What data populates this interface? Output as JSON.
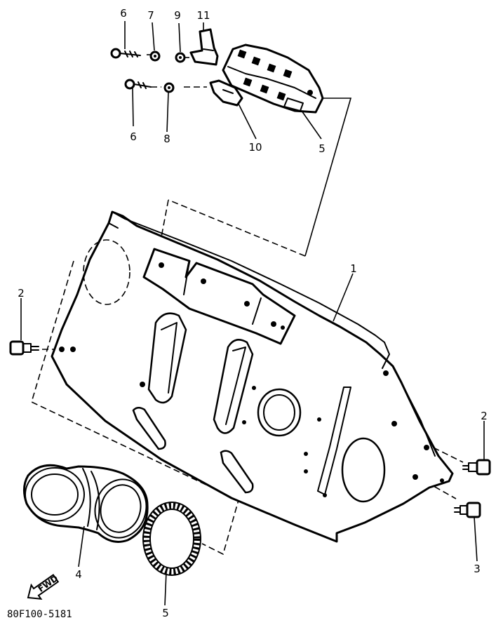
{
  "diagram": {
    "drawing_code": "80F100-5181",
    "direction_arrow": {
      "label": "FWD",
      "icon": "front-direction-arrow-icon"
    },
    "callouts": [
      {
        "id": "c1",
        "label": "1"
      },
      {
        "id": "c2a",
        "label": "2"
      },
      {
        "id": "c2b",
        "label": "2"
      },
      {
        "id": "c3",
        "label": "3"
      },
      {
        "id": "c4",
        "label": "4"
      },
      {
        "id": "c5a",
        "label": "5"
      },
      {
        "id": "c5b",
        "label": "5"
      },
      {
        "id": "c6a",
        "label": "6"
      },
      {
        "id": "c6b",
        "label": "6"
      },
      {
        "id": "c7",
        "label": "7"
      },
      {
        "id": "c8",
        "label": "8"
      },
      {
        "id": "c9",
        "label": "9"
      },
      {
        "id": "c10",
        "label": "10"
      },
      {
        "id": "c11",
        "label": "11"
      }
    ],
    "line_color": "#000000",
    "background": "#ffffff"
  }
}
